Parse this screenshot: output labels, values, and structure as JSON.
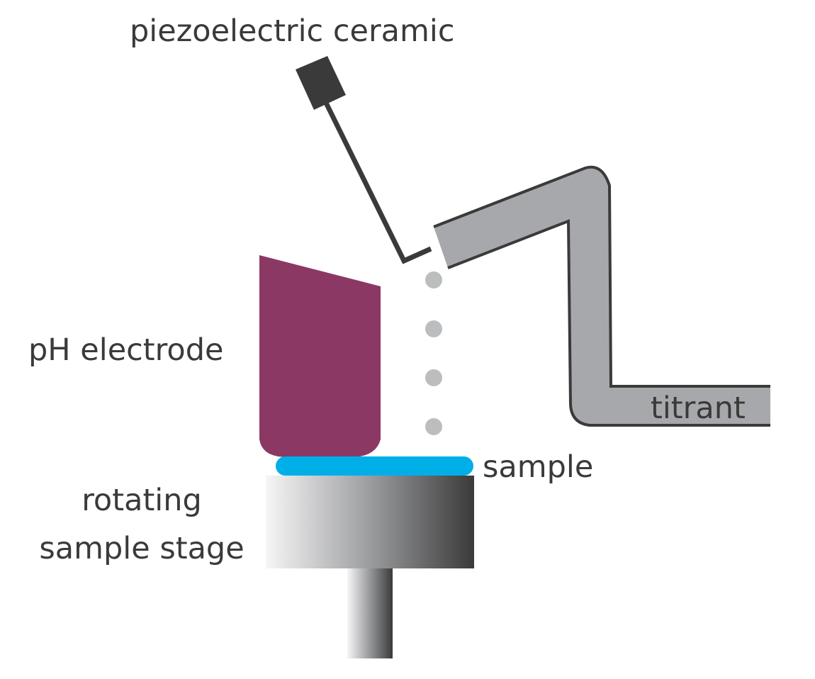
{
  "diagram": {
    "labels": {
      "piezo": "piezoelectric ceramic",
      "electrode": "pH electrode",
      "titrant": "titrant",
      "sample": "sample",
      "stage_line1": "rotating",
      "stage_line2": "sample stage"
    },
    "droplet_count": 4,
    "colors": {
      "electrode": "#8b3865",
      "sample": "#00aee8",
      "titrant_tube": "#a7a8ab",
      "outline": "#3a3a3a",
      "droplet": "#bcbdbf",
      "stage_light": "#f4f4f4",
      "stage_dark": "#3a3a3a"
    }
  }
}
